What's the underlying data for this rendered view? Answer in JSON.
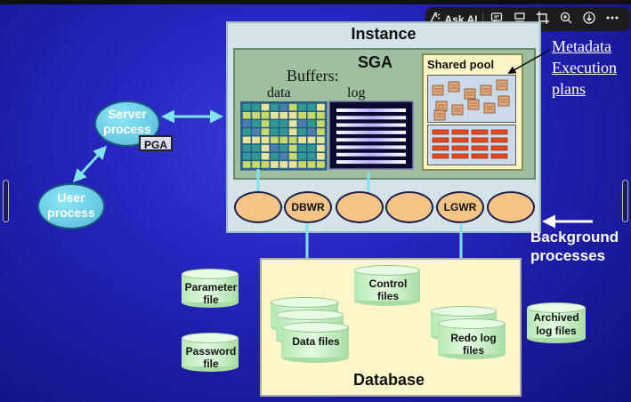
{
  "toolbar": {
    "ask_ai_label": "Ask AI",
    "icons": [
      "ask-ai-icon",
      "comment-icon",
      "layout-icon",
      "crop-icon",
      "zoom-icon",
      "download-icon",
      "more-icon"
    ]
  },
  "diagram": {
    "instance": {
      "title": "Instance"
    },
    "sga": {
      "title": "SGA",
      "buffers_label": "Buffers:",
      "data_label": "data",
      "log_label": "log",
      "shared_pool_label": "Shared pool"
    },
    "background_processes": [
      "",
      "DBWR",
      "",
      "",
      "LGWR",
      ""
    ],
    "server_process": {
      "label_line1": "Server",
      "label_line2": "process",
      "pga_label": "PGA"
    },
    "user_process": {
      "label_line1": "User",
      "label_line2": "process"
    },
    "metadata_label": {
      "line1": "Metadata",
      "line2": "Execution",
      "line3": "plans"
    },
    "background_processes_label": {
      "line1": "Background",
      "line2": "processes"
    },
    "database": {
      "title": "Database",
      "control_files": {
        "line1": "Control",
        "line2": "files"
      },
      "data_files": "Data files",
      "redo_log_files": {
        "line1": "Redo log",
        "line2": "files"
      }
    },
    "parameter_file": {
      "line1": "Parameter",
      "line2": "file"
    },
    "password_file": {
      "line1": "Password",
      "line2": "file"
    },
    "archived_log_files": {
      "line1": "Archived",
      "line2": "log files"
    }
  },
  "colors": {
    "slide_background": "#2a2ac8",
    "instance_fill": "#d4e2ea",
    "sga_fill": "#9fc09f",
    "shared_pool_fill": "#fcf6c4",
    "process_fill": "#f4c386",
    "database_fill": "#fcf6c8",
    "arrow": "#7fe4f0",
    "cylinder": "#c8f4c4"
  }
}
